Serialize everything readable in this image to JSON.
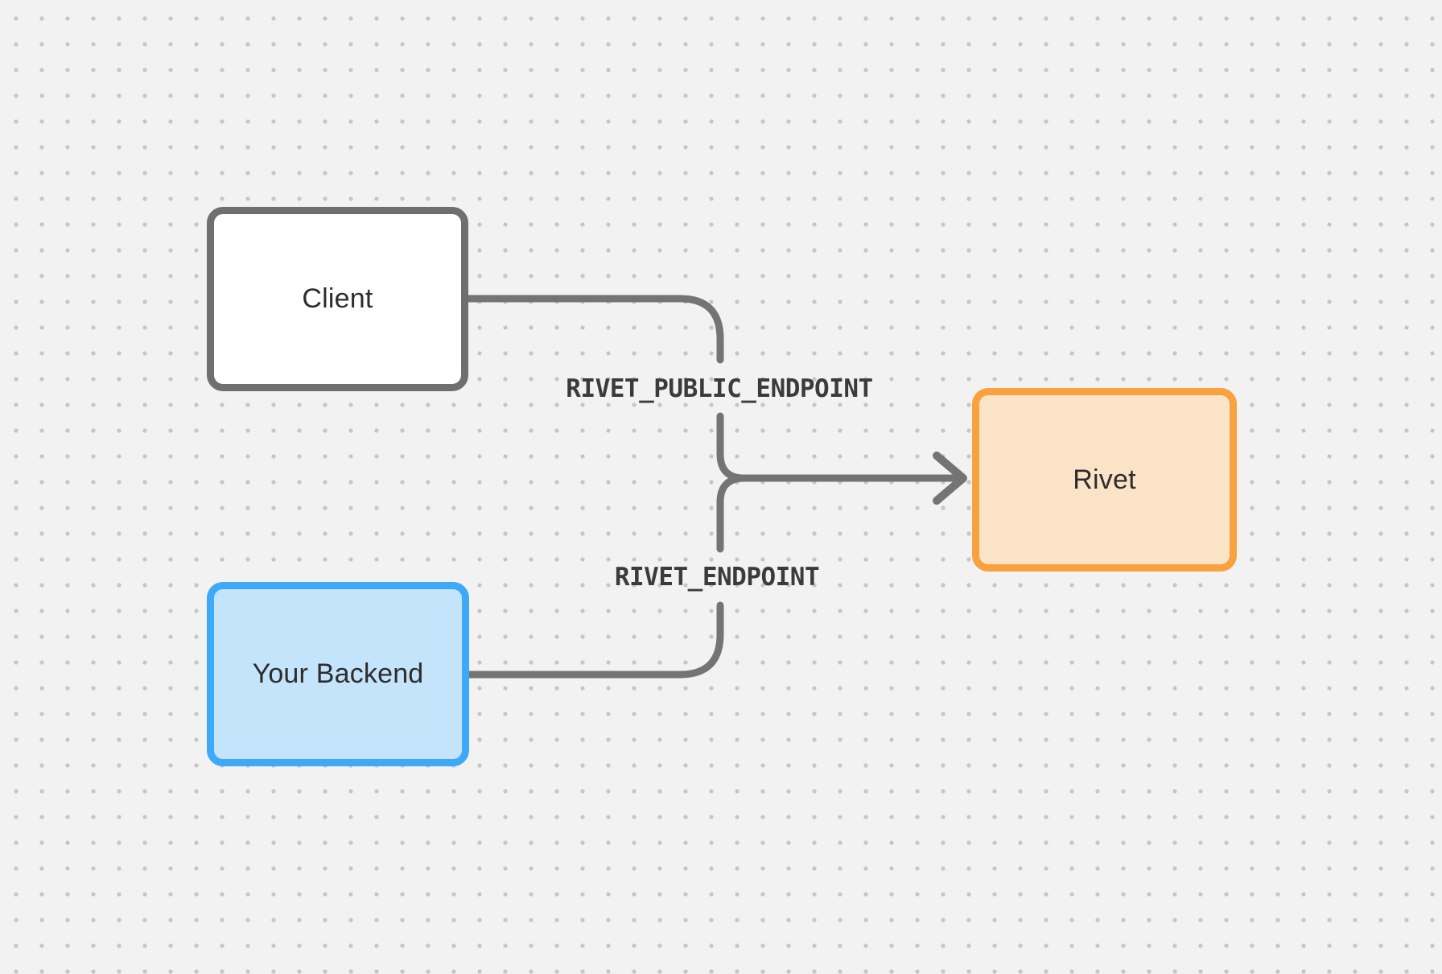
{
  "diagram": {
    "background": {
      "color": "#F2F2F2",
      "dot_color": "#C6C6C6"
    },
    "nodes": {
      "client": {
        "label": "Client",
        "fill": "#FFFFFF",
        "border": "#6F6F6F"
      },
      "backend": {
        "label": "Your Backend",
        "fill": "#C4E4FC",
        "border": "#3DA9F7"
      },
      "rivet": {
        "label": "Rivet",
        "fill": "#FBE3C7",
        "border": "#F9A13F"
      }
    },
    "edges": {
      "line_color": "#747474",
      "client_to_rivet": {
        "label": "RIVET_PUBLIC_ENDPOINT"
      },
      "backend_to_rivet": {
        "label": "RIVET_ENDPOINT"
      }
    },
    "node_text_color": "#2D2D2D",
    "edge_label_color": "#3B3B3B"
  }
}
